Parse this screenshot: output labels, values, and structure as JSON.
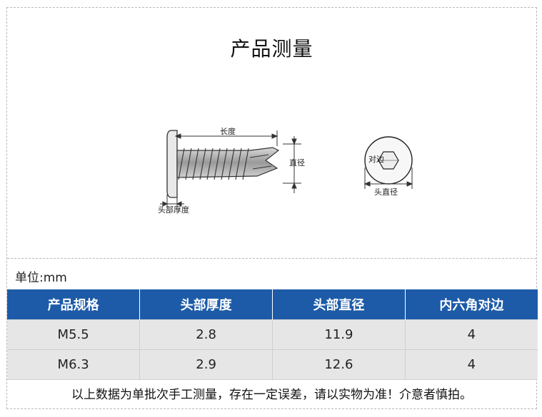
{
  "title": "产品测量",
  "diagram": {
    "length_label": "长度",
    "diameter_label": "直径",
    "head_thickness_label": "头部厚度",
    "hex_label": "对边",
    "head_diameter_label": "头直径"
  },
  "unit": "单位:mm",
  "table": {
    "headers": [
      "产品规格",
      "头部厚度",
      "头部直径",
      "内六角对边"
    ],
    "rows": [
      [
        "M5.5",
        "2.8",
        "11.9",
        "4"
      ],
      [
        "M6.3",
        "2.9",
        "12.6",
        "4"
      ]
    ]
  },
  "note": "以上数据为单批次手工测量，存在一定误差，请以实物为准！介意者慎拍。"
}
